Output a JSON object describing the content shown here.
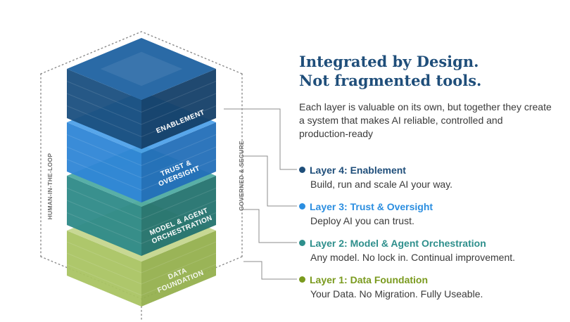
{
  "heading": {
    "line1": "Integrated by Design.",
    "line2": "Not fragmented tools."
  },
  "description": "Each layer is valuable on its own, but together they create a system that makes AI reliable, controlled and production-ready",
  "side_labels": {
    "left": "HUMAN-IN-THE-LOOP",
    "right": "GOVERNED & SECURE"
  },
  "stack_labels": [
    [
      "ENABLEMENT"
    ],
    [
      "TRUST &",
      "OVERSIGHT"
    ],
    [
      "MODEL & AGENT",
      "ORCHESTRATION"
    ],
    [
      "DATA",
      "FOUNDATION"
    ]
  ],
  "layers": [
    {
      "title": "Layer 4: Enablement",
      "subtitle": "Build, run and scale AI your way.",
      "color": "#1f4e7a"
    },
    {
      "title": "Layer 3: Trust & Oversight",
      "subtitle": "Deploy AI you can trust.",
      "color": "#2b8ee0"
    },
    {
      "title": "Layer 2: Model & Agent Orchestration",
      "subtitle": "Any model. No lock in. Continual improvement.",
      "color": "#2e8f8c"
    },
    {
      "title": "Layer 1: Data Foundation",
      "subtitle": "Your Data. No Migration. Fully Useable.",
      "color": "#7a9a1e"
    }
  ],
  "palette": {
    "layer4": {
      "top": "#2a6aa6",
      "left": "#1a4f7f",
      "right": "#143f68"
    },
    "layer3": {
      "top": "#4a9ee8",
      "left": "#2f86d6",
      "right": "#236fb8"
    },
    "layer2": {
      "top": "#4aa8a0",
      "left": "#2e8a88",
      "right": "#24736f"
    },
    "layer1": {
      "top": "#c3d58b",
      "left": "#aac463",
      "right": "#95b04e"
    }
  }
}
